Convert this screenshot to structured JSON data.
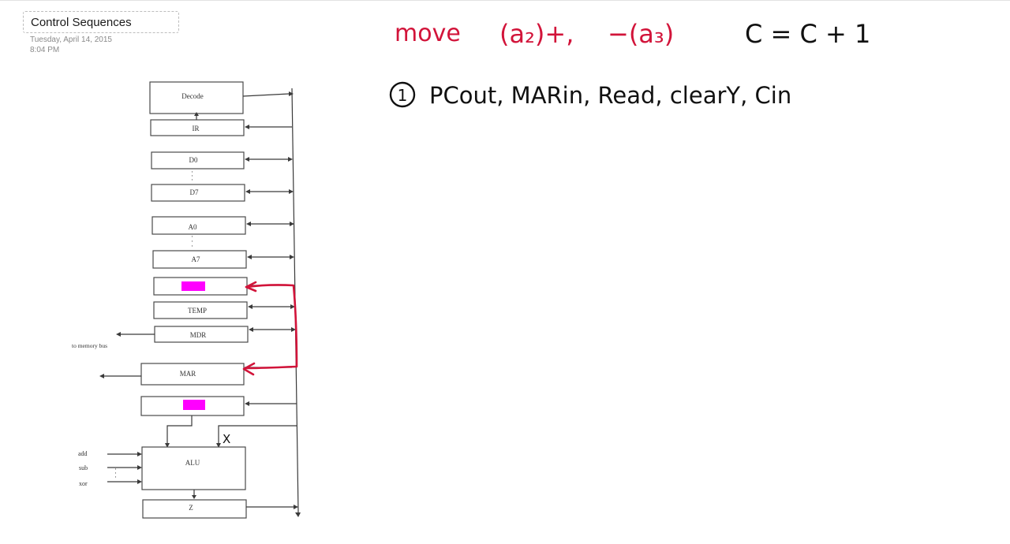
{
  "page": {
    "title": "Control Sequences",
    "date": "Tuesday, April 14, 2015",
    "time": "8:04 PM"
  },
  "diagram": {
    "registers": {
      "decode": "Decode",
      "ir": "IR",
      "d0": "D0",
      "d7": "D7",
      "a0": "A0",
      "a7": "A7",
      "temp": "TEMP",
      "mdr": "MDR",
      "mar": "MAR",
      "alu": "ALU",
      "z": "Z"
    },
    "memory_bus_label": "to memory bus",
    "alu_ops": [
      "add",
      "sub",
      "xor"
    ],
    "highlight_color": "#ff00ff"
  },
  "notes": {
    "instruction_word": "move",
    "operand_src": "(a₂)+,",
    "operand_dst": "−(a₃)",
    "counter_expr": "C = C + 1",
    "step_number": "1",
    "step_text": "PCout, MARin, Read, clearY, Cin",
    "x_mark": "X",
    "ink_red": "#d2143a",
    "ink_black": "#111111"
  }
}
